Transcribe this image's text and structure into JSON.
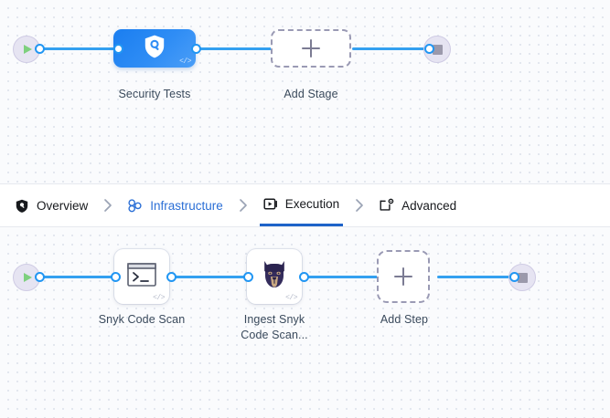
{
  "stage_canvas": {
    "name": "pipeline-stages-canvas",
    "start_node": {
      "icon": "play-icon",
      "label": "Start"
    },
    "end_node": {
      "icon": "stop-icon",
      "label": "End"
    },
    "nodes": [
      {
        "label": "Security Tests",
        "icon": "shield-search-icon",
        "badge": "</>",
        "type": "stage"
      },
      {
        "label": "Add Stage",
        "icon": "plus-icon",
        "type": "add"
      }
    ]
  },
  "tabs": {
    "items": [
      {
        "label": "Overview",
        "icon": "shield-icon",
        "active": false,
        "color": "#17191d"
      },
      {
        "label": "Infrastructure",
        "icon": "infrastructure-nodes-icon",
        "active": false,
        "color": "#2b6fd6"
      },
      {
        "label": "Execution",
        "icon": "play-box-icon",
        "active": true,
        "color": "#17191d"
      },
      {
        "label": "Advanced",
        "icon": "page-gear-icon",
        "active": false,
        "color": "#17191d"
      }
    ],
    "separator": "chevron-right-icon",
    "active_underline_color": "#1d63c9"
  },
  "exec_canvas": {
    "name": "pipeline-steps-canvas",
    "start_node": {
      "icon": "play-icon",
      "label": "Start"
    },
    "end_node": {
      "icon": "stop-icon",
      "label": "End"
    },
    "nodes": [
      {
        "label": "Snyk Code Scan",
        "icon": "terminal-icon",
        "badge": "</>",
        "type": "step"
      },
      {
        "label_line1": "Ingest Snyk",
        "label_line2": "Code Scan...",
        "icon": "snyk-dog-icon",
        "badge": "</>",
        "type": "step"
      },
      {
        "label": "Add Step",
        "icon": "plus-icon",
        "type": "add"
      }
    ]
  },
  "colors": {
    "edge": "#33a0f0",
    "port": "#2196f3",
    "stage_node": "#2f8df5",
    "canvas_bg": "#fafbfd",
    "dot_grid": "#dfe3ec",
    "terminal_bg": "#e6e4f2",
    "play": "#7ed07e",
    "stop": "#9b99ab",
    "dashed_border": "#9a9ab4"
  }
}
